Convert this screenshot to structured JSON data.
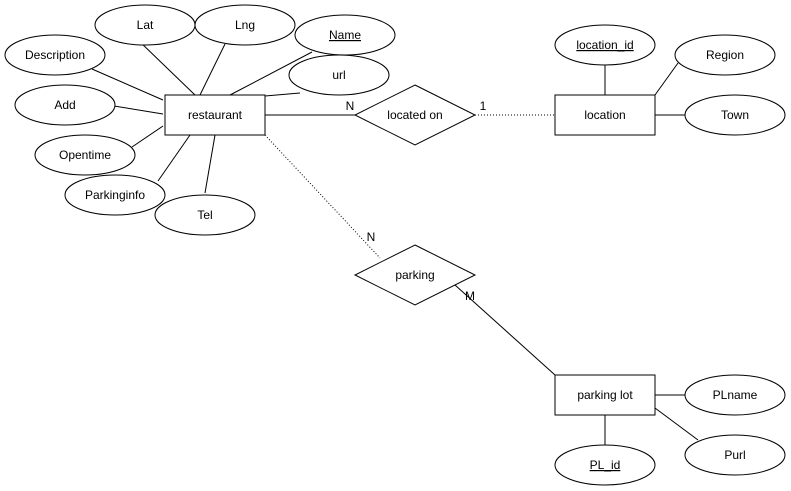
{
  "entities": {
    "restaurant": "restaurant",
    "location": "location",
    "parking_lot": "parking lot"
  },
  "relationships": {
    "located_on": "located on",
    "parking": "parking"
  },
  "attributes": {
    "lat": "Lat",
    "lng": "Lng",
    "name": "Name",
    "description": "Description",
    "url": "url",
    "add": "Add",
    "opentime": "Opentime",
    "parkinginfo": "Parkinginfo",
    "tel": "Tel",
    "location_id": "location_id",
    "region": "Region",
    "town": "Town",
    "plname": "PLname",
    "purl": "Purl",
    "pl_id": "PL_id"
  },
  "cardinalities": {
    "restaurant_located_on": "N",
    "located_on_location": "1",
    "restaurant_parking": "N",
    "parking_parking_lot": "M"
  }
}
